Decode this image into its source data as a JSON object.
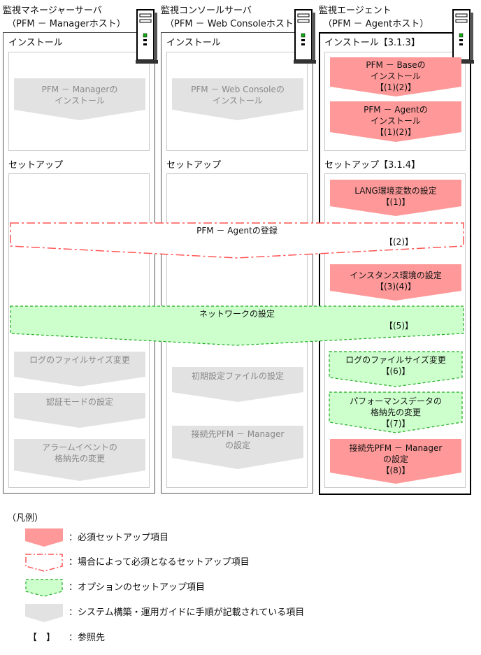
{
  "columns": [
    {
      "title_line1": "監視マネージャーサーバ",
      "title_line2": "（PFM － Managerホスト）"
    },
    {
      "title_line1": "監視コンソールサーバ",
      "title_line2": "（PFM － Web Consoleホスト）"
    },
    {
      "title_line1": "監視エージェント",
      "title_line2": "（PFM － Agentホスト）"
    }
  ],
  "sections": {
    "install": "インストール",
    "install_agent": "インストール【3.1.3】",
    "setup": "セットアップ",
    "setup_agent": "セットアップ【3.1.4】"
  },
  "manager": {
    "install_item": "PFM － Managerの\nインストール",
    "setup_items": [
      "ログのファイルサイズ変更",
      "認証モードの設定",
      "アラームイベントの\n格納先の変更"
    ]
  },
  "console": {
    "install_item": "PFM － Web Consoleの\nインストール",
    "setup_items": [
      "初期設定ファイルの設定",
      "接続先PFM － Manager\nの設定"
    ]
  },
  "agent": {
    "install_items": [
      "PFM － Baseの\nインストール\n【(1)(2)】",
      "PFM － Agentの\nインストール\n【(1)(2)】"
    ],
    "setup_items": [
      "LANG環境変数の設定\n【(1)】",
      "インスタンス環境の設定\n【(3)(4)】",
      "ログのファイルサイズ変更\n【(6)】",
      "パフォーマンスデータの\n格納先の変更\n【(7)】",
      "接続先PFM － Manager\nの設定\n【(8)】"
    ]
  },
  "wide_items": {
    "register": {
      "label": "PFM － Agentの登録",
      "ref": "【(2)】"
    },
    "network": {
      "label": "ネットワークの設定",
      "ref": "【(5)】"
    }
  },
  "legend": {
    "title": "（凡例）",
    "items": [
      "：必須セットアップ項目",
      "：場合によって必須となるセットアップ項目",
      "：オプションのセットアップ項目",
      "：システム構築・運用ガイドに手順が記載されている項目",
      "：参照先"
    ],
    "ref_symbol": "【　】"
  },
  "colors": {
    "required_fill": "#ff9999",
    "optional_fill": "#ccffcc",
    "optional_stroke": "#22aa22",
    "conditional_stroke": "#ff5555",
    "guide_fill": "#e2e2e2"
  }
}
